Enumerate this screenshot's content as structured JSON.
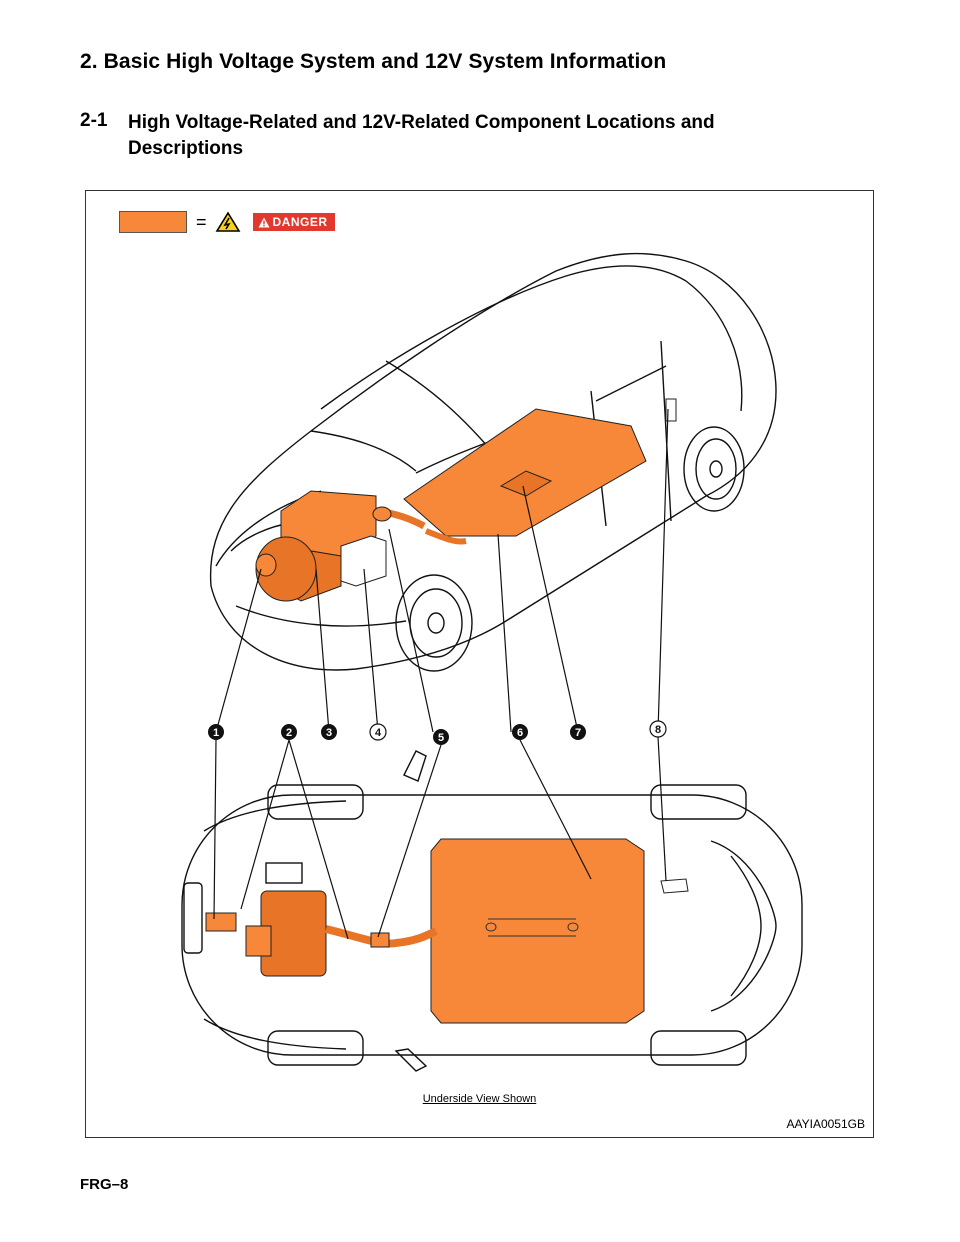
{
  "header": {
    "section_title": "2.  Basic High Voltage System and 12V System Information",
    "subsection_number": "2-1",
    "subsection_title": "High Voltage-Related and 12V-Related Component Locations and Descriptions"
  },
  "figure": {
    "legend_equals": "=",
    "danger_label": "DANGER",
    "callouts": [
      "1",
      "2",
      "3",
      "4",
      "5",
      "6",
      "7",
      "8"
    ],
    "underside_caption": "Underside View Shown",
    "figure_code": "AAYIA0051GB"
  },
  "footer": {
    "page_number": "FRG–8"
  },
  "colors": {
    "high_voltage": "#f7883a",
    "danger": "#e2382e"
  }
}
